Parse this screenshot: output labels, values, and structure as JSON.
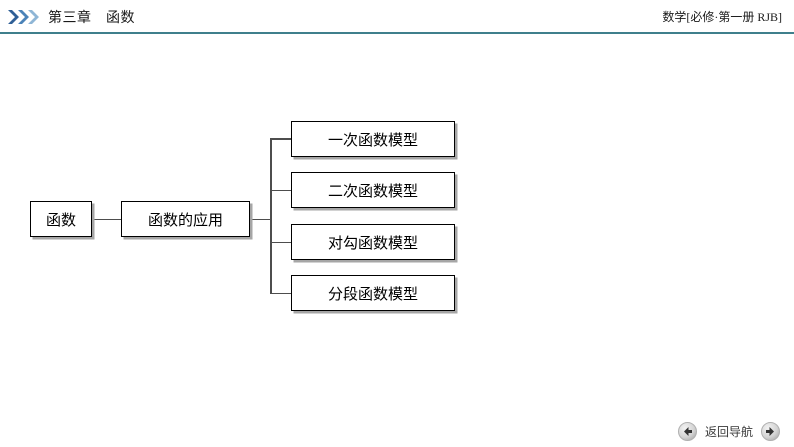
{
  "header": {
    "chapter_label": "第三章　函数",
    "book_label": "数学[必修·第一册 RJB]",
    "chevron_icon": "double-chevron-right-icon",
    "rule_color": "#3f7f8c",
    "chevron_color": "#4a7fb5"
  },
  "diagram": {
    "type": "tree",
    "root": {
      "label": "函数"
    },
    "branch": {
      "label": "函数的应用"
    },
    "leaves": [
      {
        "label": "一次函数模型"
      },
      {
        "label": "二次函数模型"
      },
      {
        "label": "对勾函数模型"
      },
      {
        "label": "分段函数模型"
      }
    ],
    "box_border_color": "#000000",
    "box_shadow_color": "#a6a6a6",
    "connector_color": "#4d4d4d"
  },
  "footer": {
    "prev_icon": "circle-arrow-left-icon",
    "next_icon": "circle-arrow-right-icon",
    "nav_label": "返回导航"
  }
}
